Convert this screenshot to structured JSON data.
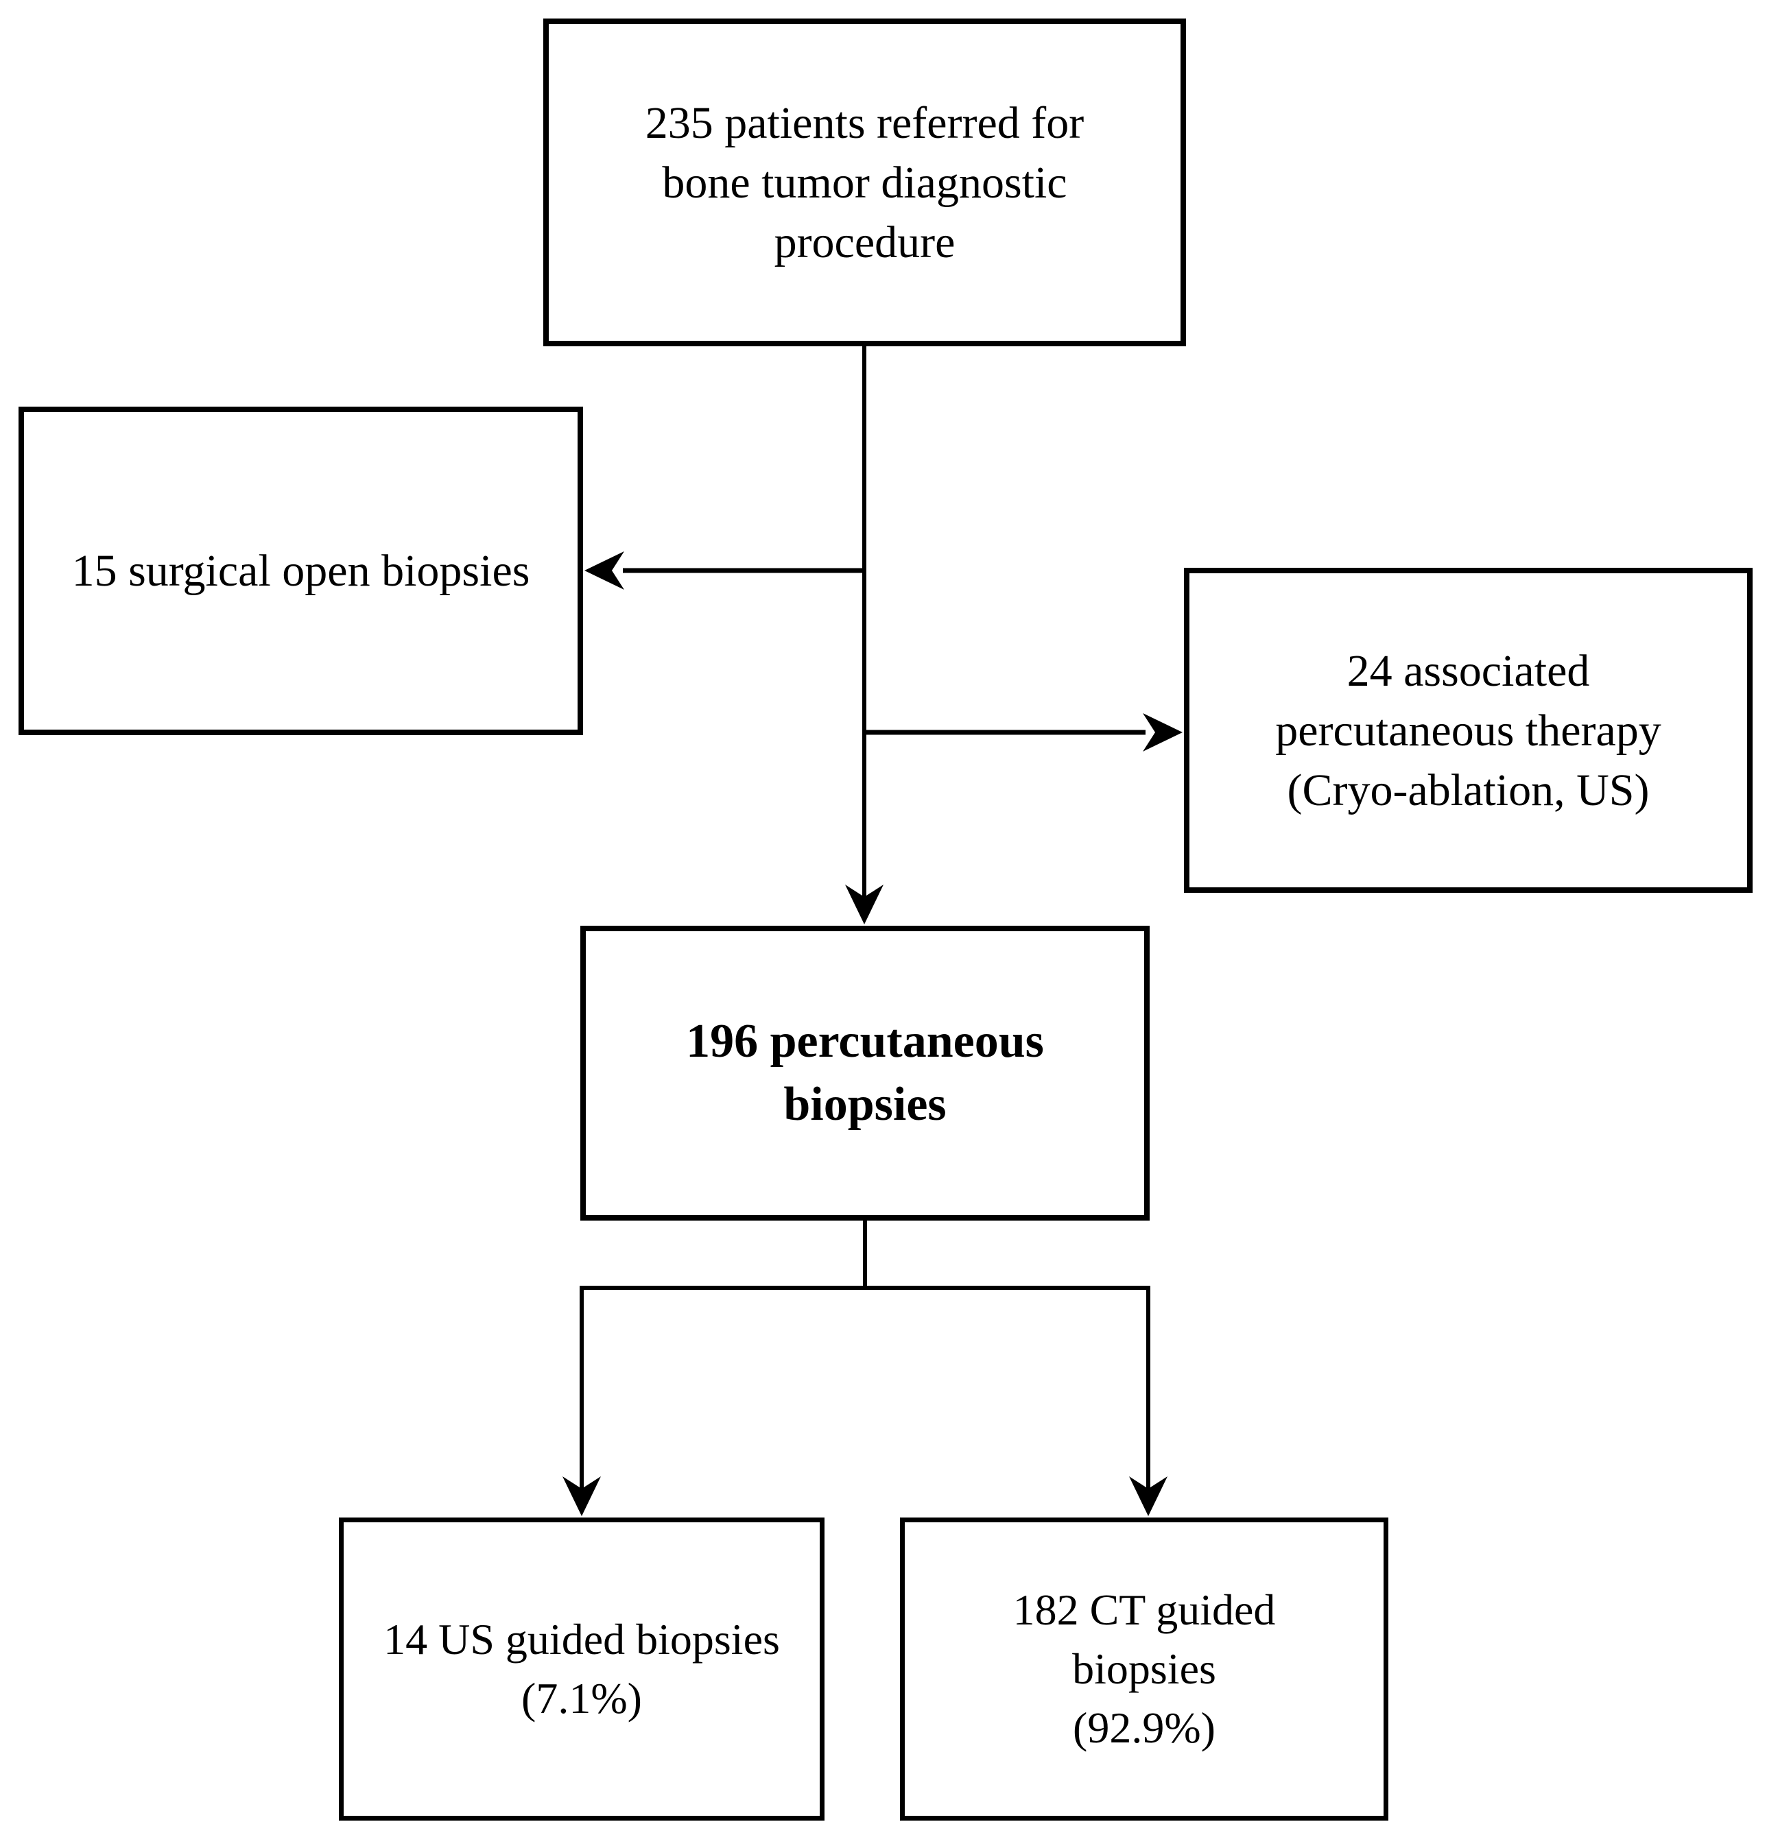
{
  "figure": {
    "type": "flowchart",
    "description": "Patient flow for bone tumor diagnostic procedures"
  },
  "colors": {
    "background": "#ffffff",
    "box_border": "#000000",
    "text": "#000000",
    "line": "#000000"
  },
  "nodes": {
    "referred": {
      "id": "referred",
      "lines": [
        "235 patients referred for",
        "bone tumor diagnostic",
        "procedure"
      ],
      "bold": false
    },
    "surgical": {
      "id": "surgical",
      "lines": [
        "15 surgical open biopsies"
      ],
      "bold": false
    },
    "therapy": {
      "id": "therapy",
      "lines": [
        "24 associated",
        "percutaneous therapy",
        "(Cryo-ablation, US)"
      ],
      "bold": false
    },
    "percutaneous": {
      "id": "percutaneous",
      "lines": [
        "196 percutaneous",
        "biopsies"
      ],
      "bold": true
    },
    "us_guided": {
      "id": "us_guided",
      "lines": [
        "14 US guided biopsies",
        "(7.1%)"
      ],
      "bold": false
    },
    "ct_guided": {
      "id": "ct_guided",
      "lines": [
        "182 CT guided",
        "biopsies",
        "(92.9%)"
      ],
      "bold": false
    }
  },
  "edges": [
    {
      "from": "referred",
      "to": "surgical"
    },
    {
      "from": "referred",
      "to": "therapy"
    },
    {
      "from": "referred",
      "to": "percutaneous"
    },
    {
      "from": "percutaneous",
      "to": "us_guided"
    },
    {
      "from": "percutaneous",
      "to": "ct_guided"
    }
  ]
}
